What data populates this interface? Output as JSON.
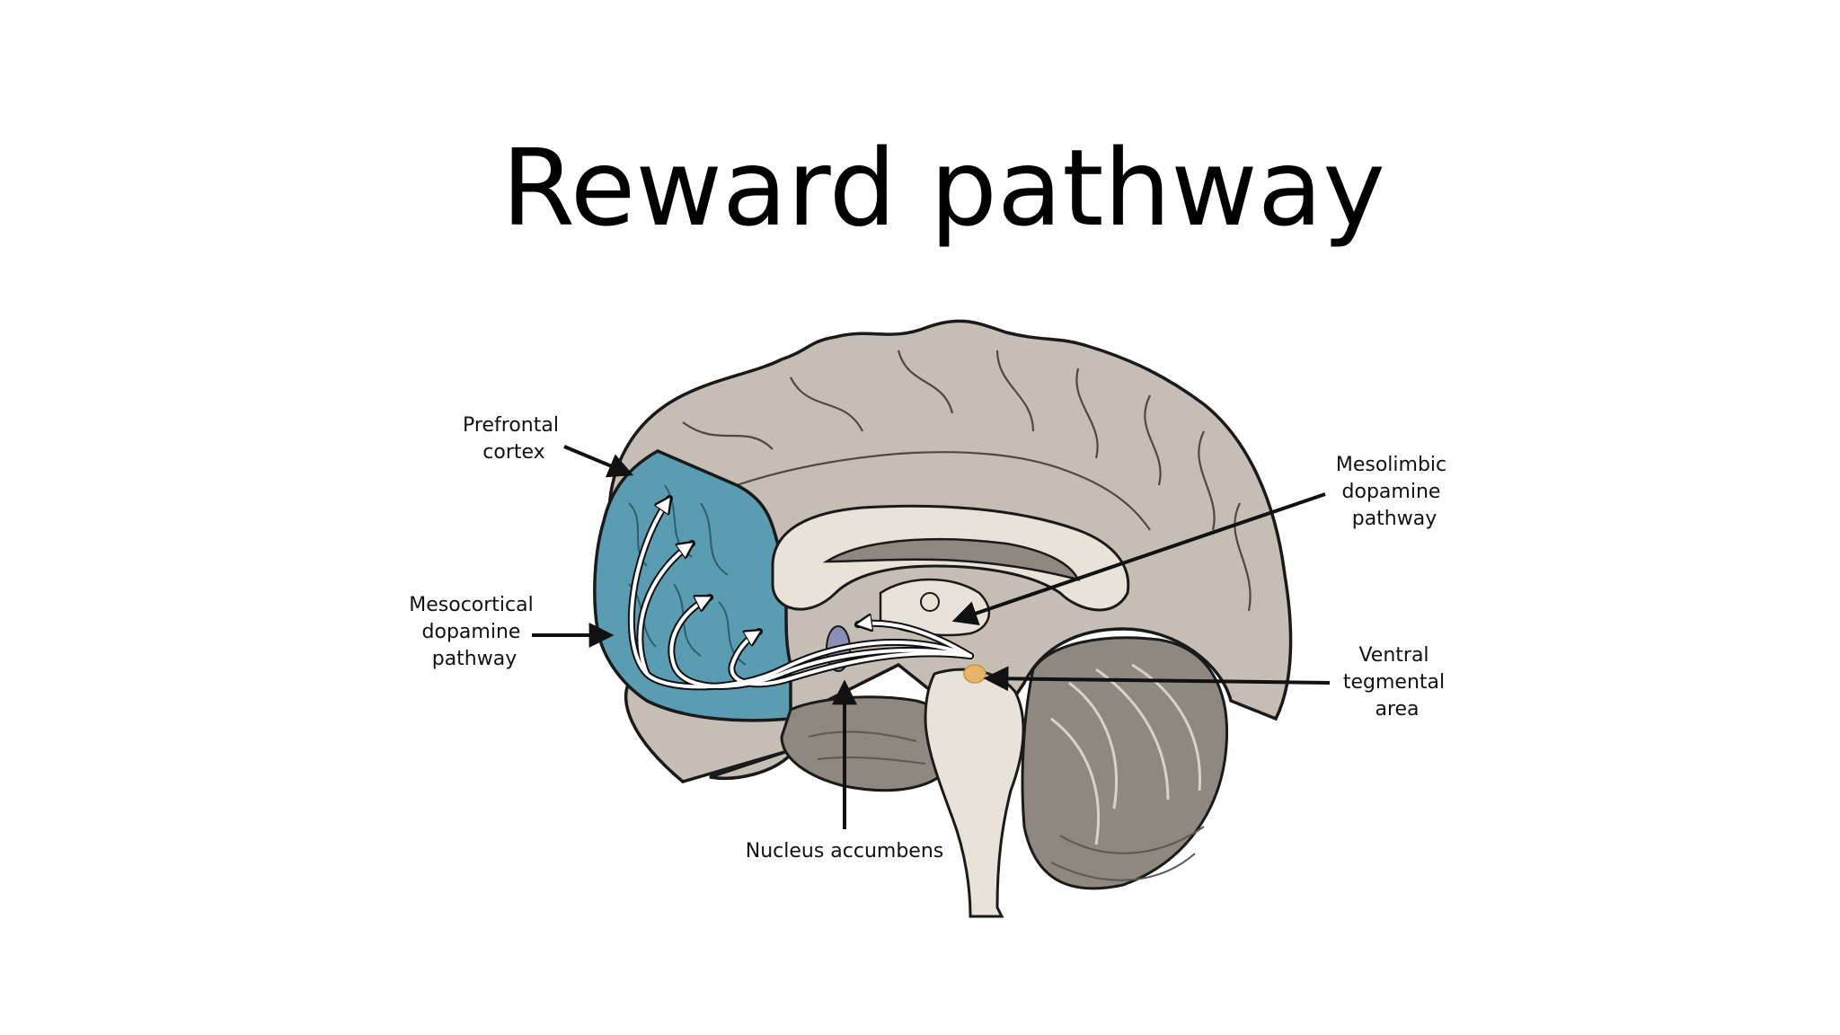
{
  "slide": {
    "title": "Reward pathway"
  },
  "labels": {
    "prefrontal_cortex": [
      "Prefrontal",
      "cortex"
    ],
    "mesocortical": [
      "Mesocortical",
      "dopamine",
      "pathway"
    ],
    "mesolimbic": [
      "Mesolimbic",
      "dopamine",
      "pathway"
    ],
    "ventral_tegmental": [
      "Ventral",
      "tegmental",
      "area"
    ],
    "nucleus_accumbens": [
      "Nucleus accumbens"
    ]
  },
  "colors": {
    "prefrontal_region": "#5a9db3",
    "cortex": "#c6beb4",
    "inner_structure": "#e8e2d8",
    "dark_structure": "#8f8880",
    "nucleus_accumbens": "#8a8fb8",
    "ventral_tegmental_area": "#e8b468",
    "outline": "#1a1a1a"
  }
}
